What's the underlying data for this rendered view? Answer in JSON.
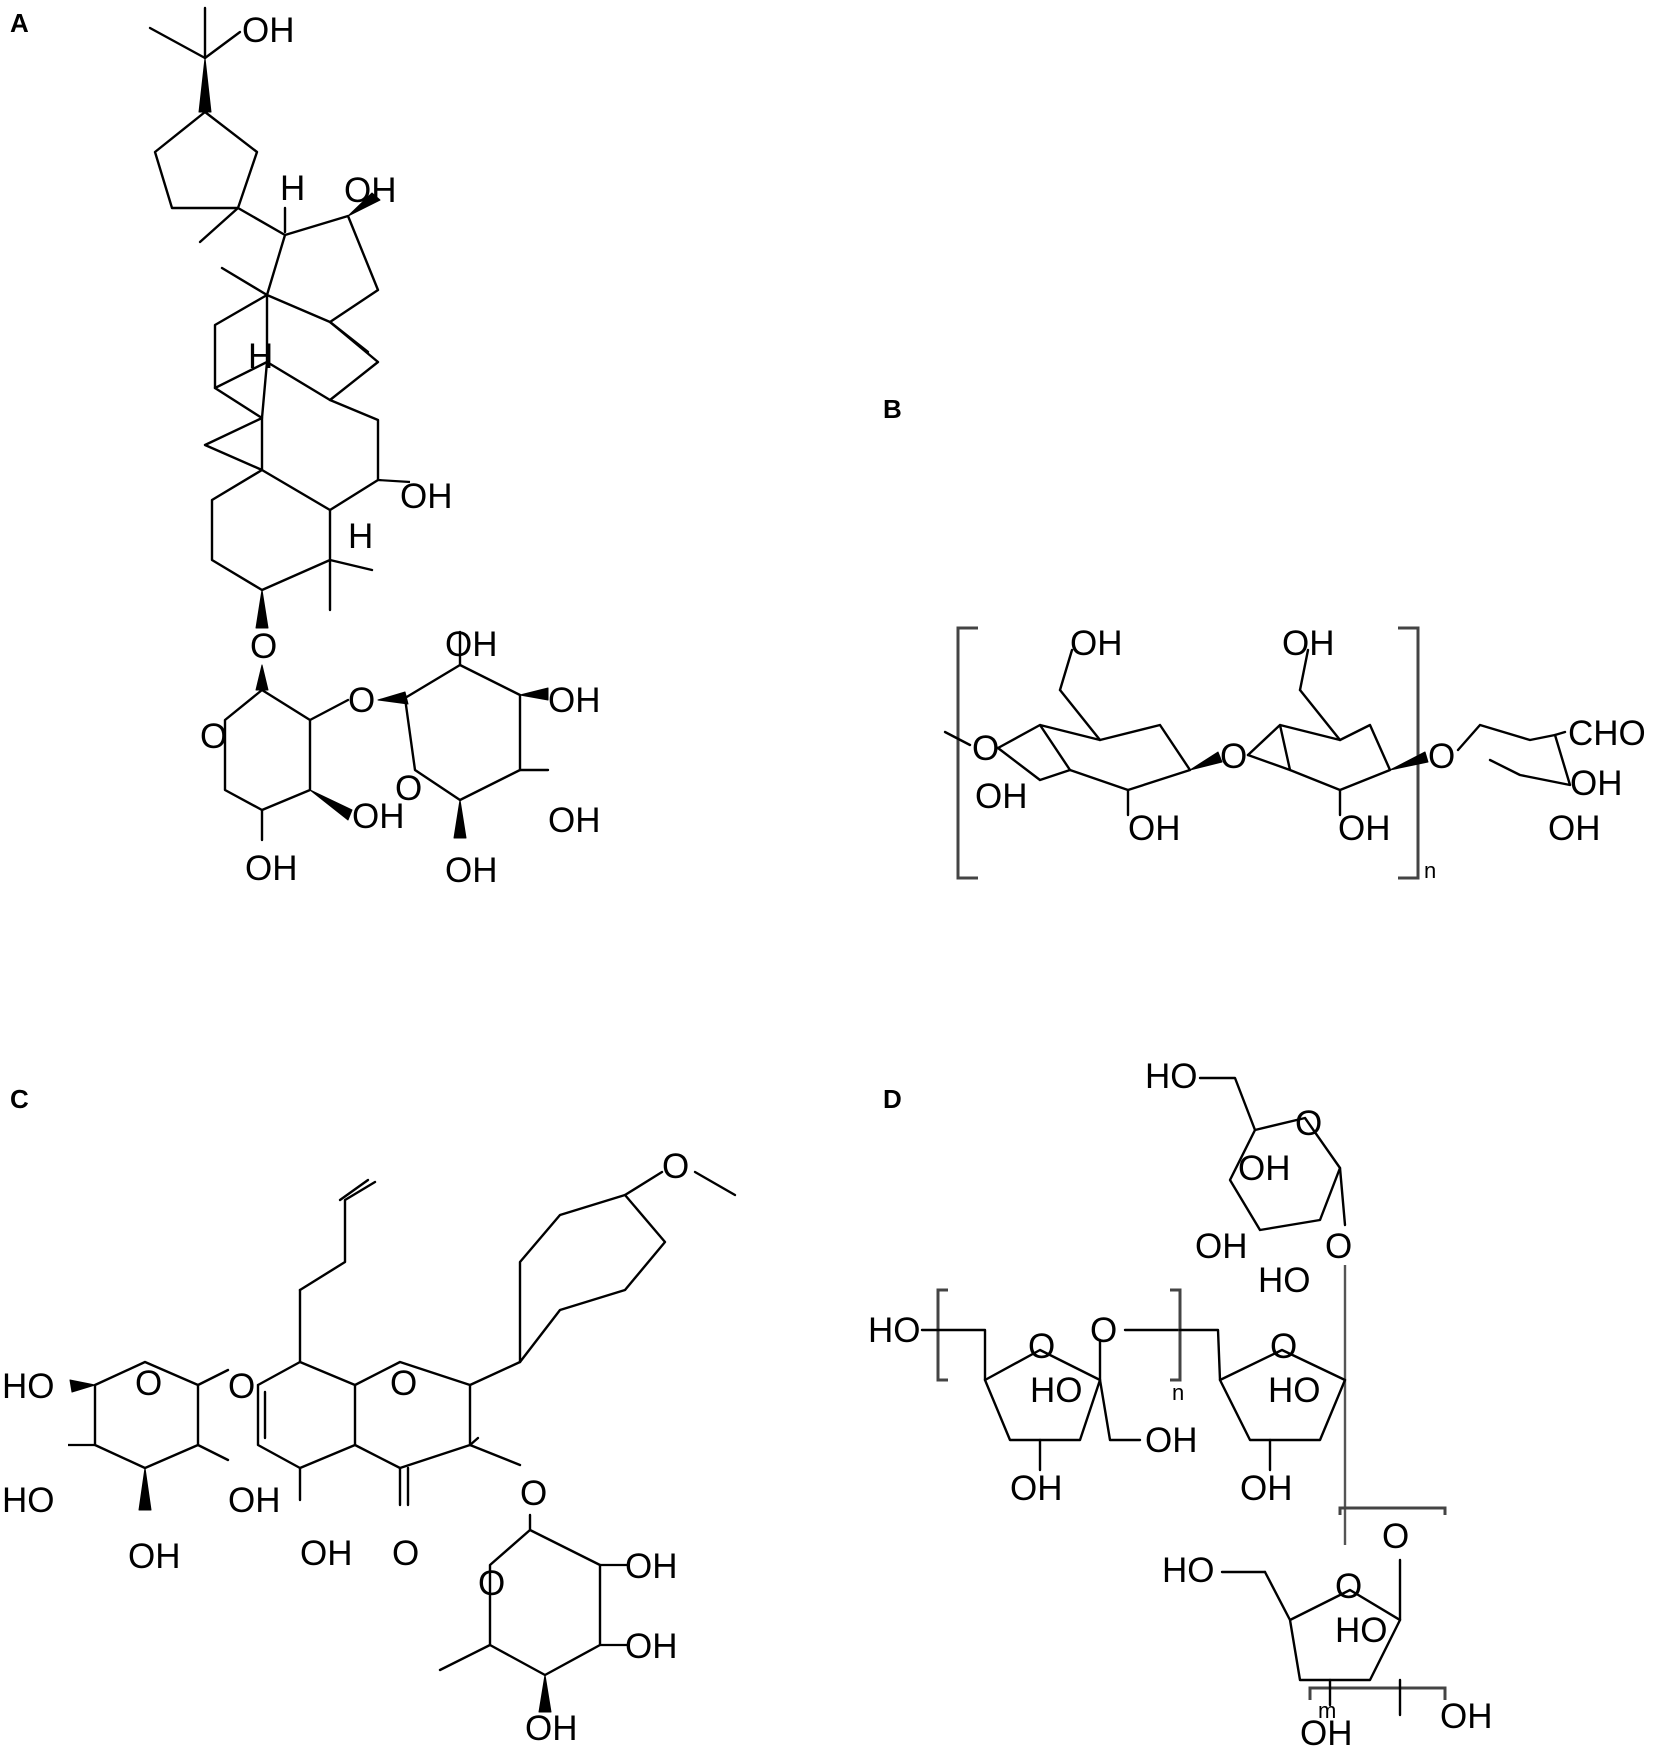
{
  "panels": {
    "A": {
      "label": "A",
      "atoms": {
        "oh_top": "OH",
        "h1": "H",
        "oh_c16": "OH",
        "h2": "H",
        "oh_c6": "OH",
        "h3": "H",
        "o_link": "O",
        "o_ring1": "O",
        "o_glyc": "O",
        "o_ring2": "O",
        "oh_s1": "OH",
        "oh_s2": "OH",
        "oh_s3": "OH",
        "oh_s4": "OH",
        "oh_s5": "OH",
        "oh_s6": "OH"
      }
    },
    "B": {
      "label": "B",
      "atoms": {
        "oh1": "OH",
        "oh2": "OH",
        "o_left": "O",
        "oh3": "OH",
        "oh4": "OH",
        "o_mid": "O",
        "oh5": "OH",
        "o_right": "O",
        "cho": "CHO",
        "oh6": "OH",
        "oh7": "OH",
        "n": "n"
      }
    },
    "C": {
      "label": "C",
      "atoms": {
        "ho1": "HO",
        "o_ring": "O",
        "o_link": "O",
        "ho2": "HO",
        "oh1": "OH",
        "oh2": "OH",
        "o_flav": "O",
        "o_me": "O",
        "oh5": "OH",
        "o_keto": "O",
        "o_3": "O",
        "o_rham": "O",
        "oh_r1": "OH",
        "oh_r2": "OH",
        "oh_r3": "OH"
      }
    },
    "D": {
      "label": "D",
      "atoms": {
        "ho_top": "HO",
        "o_top": "O",
        "oh_t1": "OH",
        "oh_t2": "OH",
        "ho_t3": "HO",
        "o_link1": "O",
        "ho_left": "HO",
        "o_f1": "O",
        "o_bridge": "O",
        "n": "n",
        "ho_f1": "HO",
        "oh_f1": "OH",
        "oh_f1b": "OH",
        "o_f2": "O",
        "ho_f2": "HO",
        "oh_f2": "OH",
        "o_link2": "O",
        "ho_f3a": "HO",
        "o_f3": "O",
        "ho_f3": "HO",
        "m": "m",
        "oh_f3b": "OH",
        "oh_f3c": "OH"
      }
    }
  }
}
